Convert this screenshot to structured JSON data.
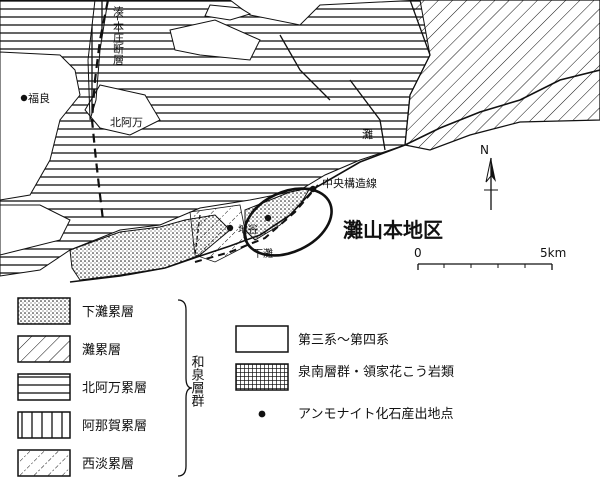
{
  "map": {
    "places": {
      "fukura": "福良",
      "kita_ama": "北阿万",
      "nada": "灘",
      "fault_line": "湊-本庄断層",
      "chuo_kozosen": "中央構造線",
      "nishi_tani": "地谷",
      "shimo_nada": "下灘",
      "district": "灘山本地区"
    },
    "scale": {
      "zero": "0",
      "end": "5km"
    },
    "north": "N"
  },
  "legend": {
    "left_items": [
      "下灘累層",
      "灘累層",
      "北阿万累層",
      "阿那賀累層",
      "西淡累層"
    ],
    "group_label": "和泉層群",
    "right_items": [
      "第三系～第四系",
      "泉南層群・領家花こう岩類",
      "アンモナイト化石産出地点"
    ]
  },
  "colors": {
    "ink": "#111111",
    "paper": "#ffffff"
  }
}
